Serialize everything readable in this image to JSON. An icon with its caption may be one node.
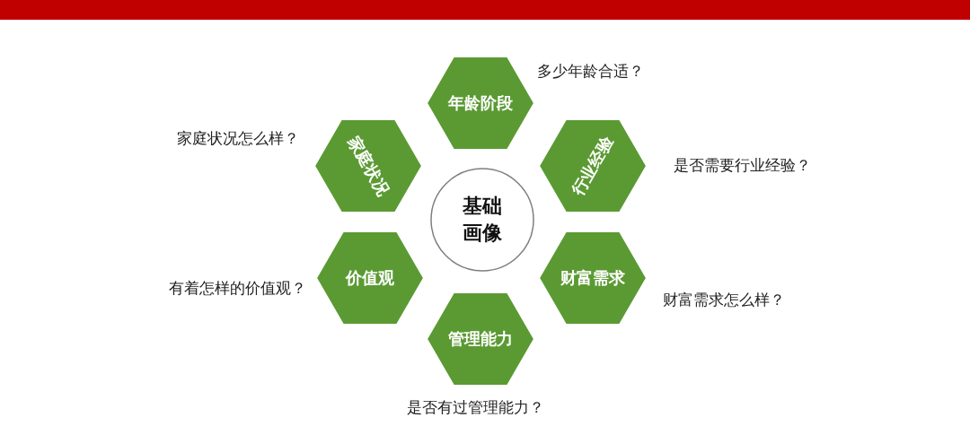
{
  "diagram": {
    "nodes": [
      {
        "text": [
          "年龄阶段"
        ],
        "beside": [
          "多少年龄合适？"
        ]
      },
      {
        "text": [
          "家庭状况"
        ],
        "beside": [
          "家庭状况怎么样？"
        ]
      },
      {
        "text": [
          "行业经验"
        ],
        "beside": [
          "是否需要行业经验？"
        ]
      },
      {
        "text": [
          "基础画像"
        ]
      },
      {
        "text": [
          "价值观"
        ],
        "beside": [
          "有着怎样的价值观？"
        ]
      },
      {
        "text": [
          "财富需求"
        ],
        "beside": [
          "财富需求怎么样？"
        ]
      },
      {
        "text": [
          "管理能力"
        ],
        "beside": [
          "是否有过管理能力？"
        ]
      }
    ]
  }
}
